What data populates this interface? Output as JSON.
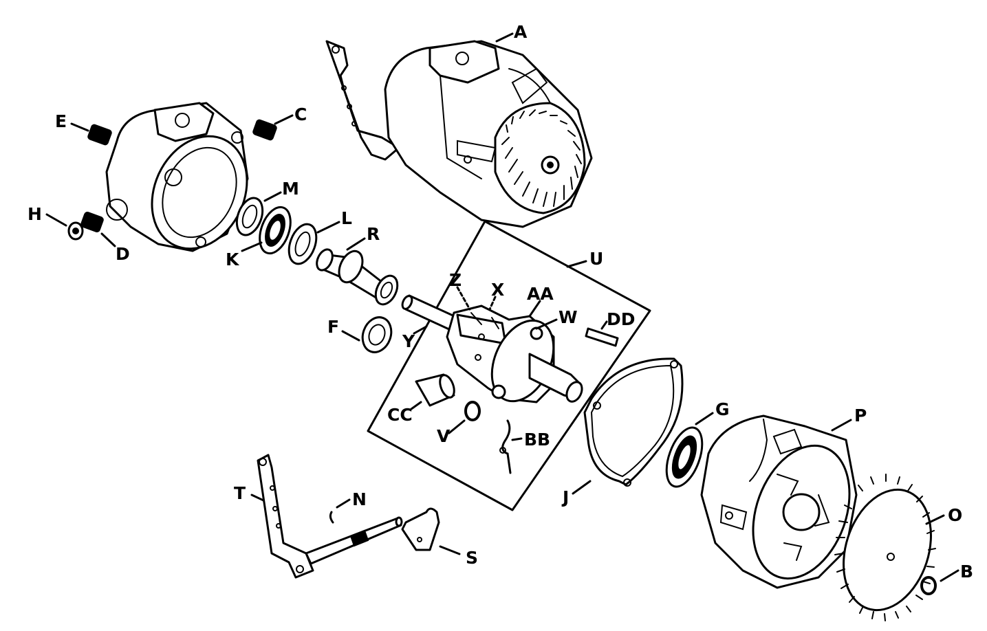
{
  "colors": {
    "ink": "#000000",
    "paper": "#ffffff"
  },
  "labels": {
    "A": "A",
    "B": "B",
    "C": "C",
    "D": "D",
    "E": "E",
    "F": "F",
    "G": "G",
    "H": "H",
    "J": "J",
    "K": "K",
    "L": "L",
    "M": "M",
    "N": "N",
    "O": "O",
    "P": "P",
    "R": "R",
    "S": "S",
    "T": "T",
    "U": "U",
    "V": "V",
    "W": "W",
    "X": "X",
    "Y": "Y",
    "Z": "Z",
    "AA": "AA",
    "BB": "BB",
    "CC": "CC",
    "DD": "DD"
  }
}
